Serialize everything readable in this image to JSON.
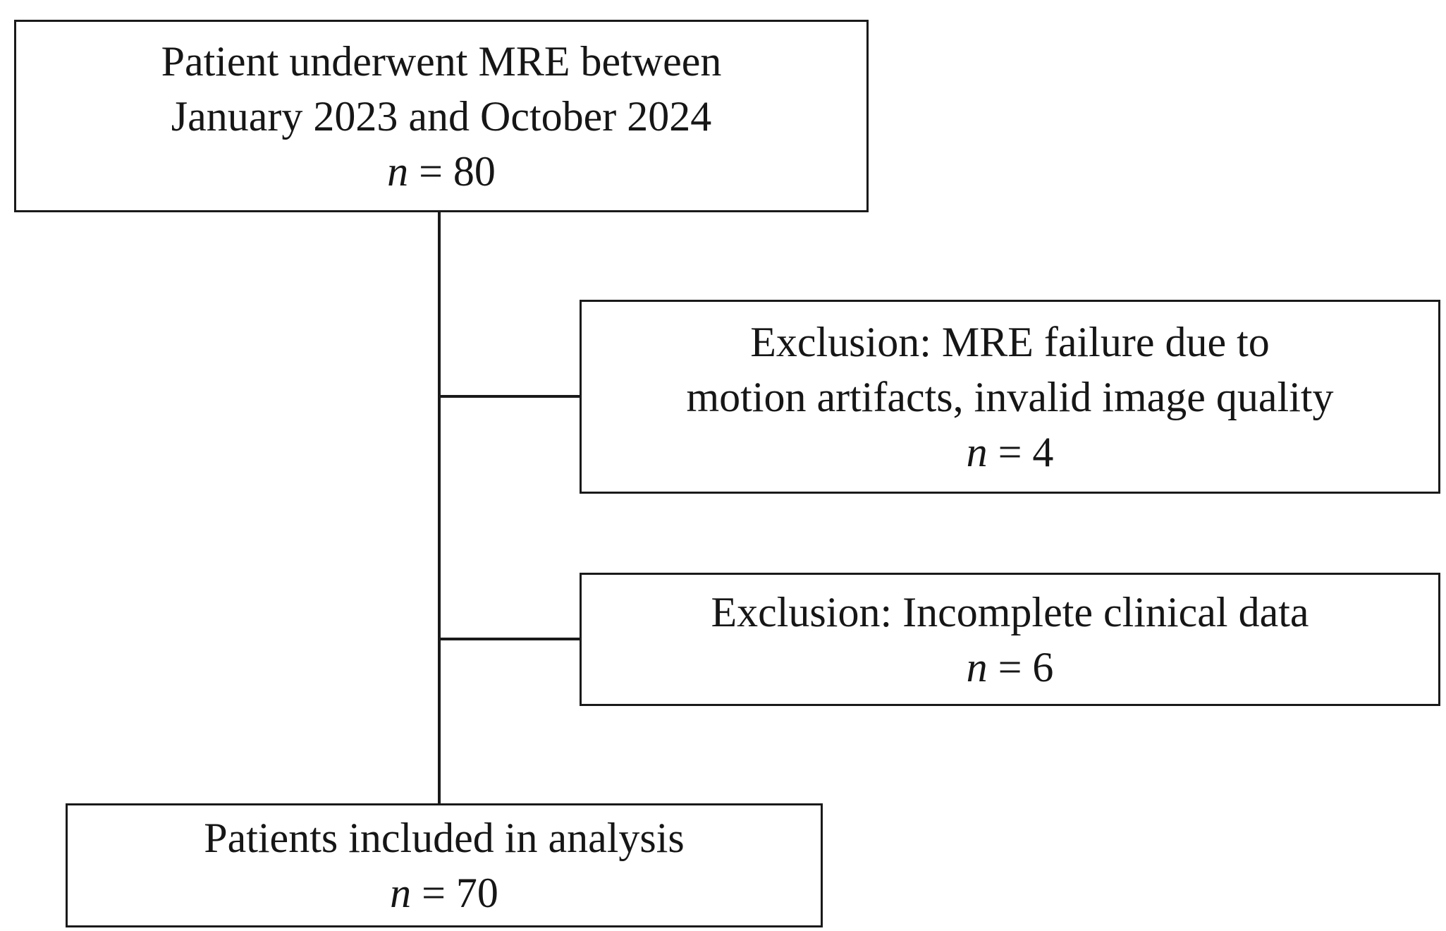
{
  "figure": {
    "background_color": "#ffffff",
    "line_color": "#1a1a1a",
    "text_color": "#161616",
    "type": "patient-flow-diagram"
  },
  "flowchart": {
    "boxes": {
      "enrollment": {
        "line1": "Patient underwent MRE between",
        "line2": "January 2023 and October 2024",
        "n_var": "n",
        "n_eq": " = 80"
      },
      "exclusion_mre_failure": {
        "line1": "Exclusion: MRE failure due to",
        "line2": "motion artifacts, invalid image quality",
        "n_var": "n",
        "n_eq": " = 4"
      },
      "exclusion_incomplete_data": {
        "line1": "Exclusion: Incomplete clinical data",
        "n_var": "n",
        "n_eq": " = 6"
      },
      "included": {
        "line1": "Patients included in analysis",
        "n_var": "n",
        "n_eq": " = 70"
      }
    }
  }
}
